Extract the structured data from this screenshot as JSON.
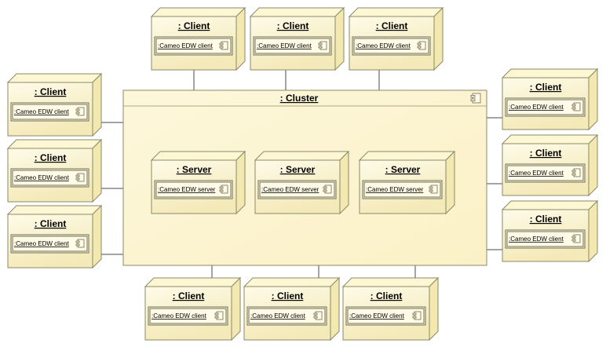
{
  "colors": {
    "node_fill_top": "#fdf8da",
    "node_fill_bottom": "#f4e9b8",
    "border": "#8a8a6a",
    "connector": "#4a4a4a"
  },
  "cluster": {
    "title": ": Cluster",
    "icon": "component-icon"
  },
  "servers": [
    {
      "title": ": Server",
      "component": ":Cameo EDW server",
      "icon": "component-icon"
    },
    {
      "title": ": Server",
      "component": ":Cameo EDW server",
      "icon": "component-icon"
    },
    {
      "title": ": Server",
      "component": ":Cameo EDW server",
      "icon": "component-icon"
    }
  ],
  "clients": [
    {
      "title": ": Client",
      "component": ":Cameo EDW client",
      "icon": "component-icon"
    },
    {
      "title": ": Client",
      "component": ":Cameo EDW client",
      "icon": "component-icon"
    },
    {
      "title": ": Client",
      "component": ":Cameo EDW client",
      "icon": "component-icon"
    },
    {
      "title": ": Client",
      "component": ":Cameo EDW client",
      "icon": "component-icon"
    },
    {
      "title": ": Client",
      "component": ":Cameo EDW client",
      "icon": "component-icon"
    },
    {
      "title": ": Client",
      "component": ":Cameo EDW client",
      "icon": "component-icon"
    },
    {
      "title": ": Client",
      "component": ":Cameo EDW client",
      "icon": "component-icon"
    },
    {
      "title": ": Client",
      "component": ":Cameo EDW client",
      "icon": "component-icon"
    },
    {
      "title": ": Client",
      "component": ":Cameo EDW client",
      "icon": "component-icon"
    },
    {
      "title": ": Client",
      "component": ":Cameo EDW client",
      "icon": "component-icon"
    },
    {
      "title": ": Client",
      "component": ":Cameo EDW client",
      "icon": "component-icon"
    },
    {
      "title": ": Client",
      "component": ":Cameo EDW client",
      "icon": "component-icon"
    }
  ]
}
